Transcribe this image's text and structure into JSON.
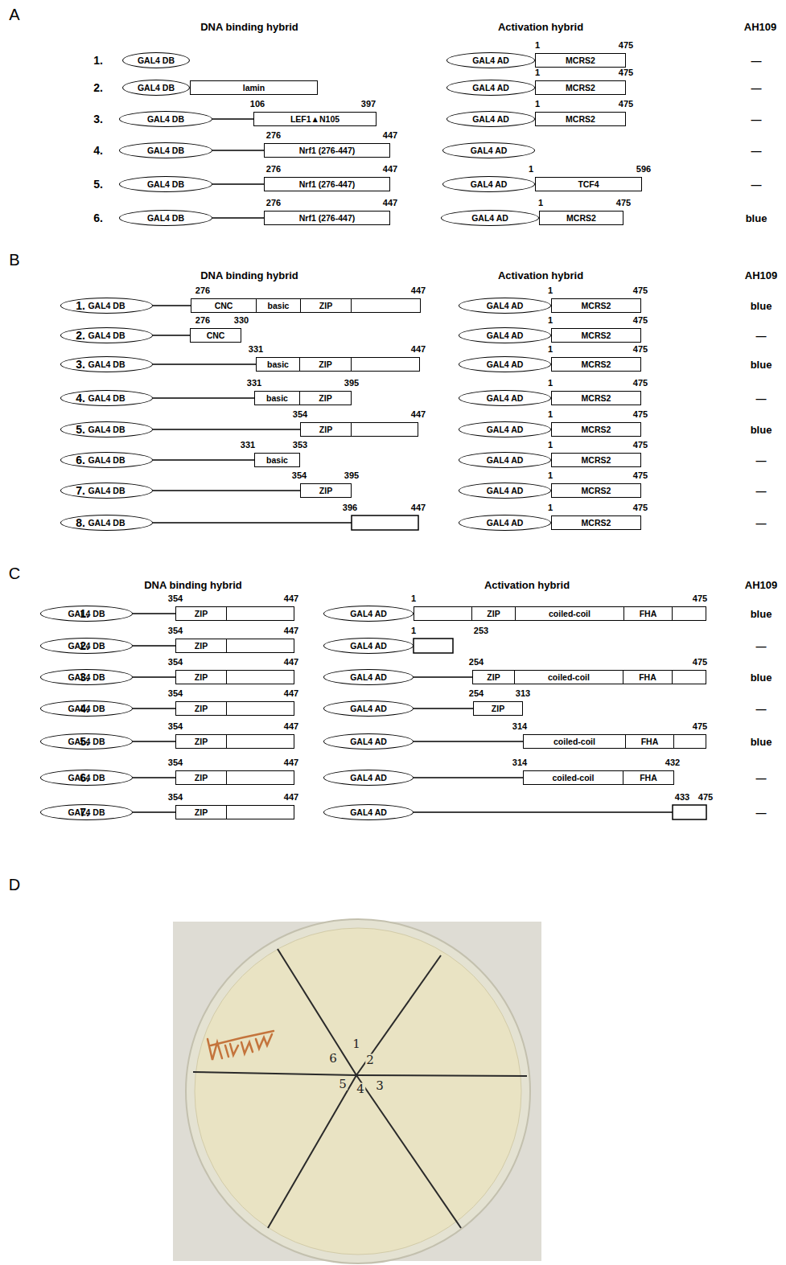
{
  "diagram": {
    "nodes": [
      {
        "text": [
          "GAL4 DB"
        ]
      },
      {
        "text": [
          "GAL4 AD"
        ]
      },
      {
        "text": [
          "MCRS2"
        ]
      },
      {
        "text": [
          "GAL4 DB"
        ]
      },
      {
        "text": [
          "lamin"
        ]
      },
      {
        "text": [
          "GAL4 AD"
        ]
      },
      {
        "text": [
          "MCRS2"
        ]
      },
      {
        "text": [
          "GAL4 DB"
        ]
      },
      {
        "text": [
          "LEF1▲N105"
        ]
      },
      {
        "text": [
          "GAL4 AD"
        ]
      },
      {
        "text": [
          "MCRS2"
        ]
      },
      {
        "text": [
          "GAL4 DB"
        ]
      },
      {
        "text": [
          "Nrf1 (276-447)"
        ]
      },
      {
        "text": [
          "GAL4 AD"
        ]
      },
      {
        "text": [
          "GAL4 DB"
        ]
      },
      {
        "text": [
          "Nrf1 (276-447)"
        ]
      },
      {
        "text": [
          "GAL4 AD"
        ]
      },
      {
        "text": [
          "TCF4"
        ]
      },
      {
        "text": [
          "GAL4 DB"
        ]
      },
      {
        "text": [
          "Nrf1 (276-447)"
        ]
      },
      {
        "text": [
          "GAL4 AD"
        ]
      },
      {
        "text": [
          "MCRS2"
        ]
      },
      {
        "text": [
          "GAL4 DB"
        ]
      },
      {
        "text": [
          "CNC",
          "basic",
          "ZIP"
        ]
      },
      {
        "text": [
          "GAL4 AD"
        ]
      },
      {
        "text": [
          "MCRS2"
        ]
      },
      {
        "text": [
          "GAL4 DB"
        ]
      },
      {
        "text": [
          "CNC"
        ]
      },
      {
        "text": [
          "GAL4 AD"
        ]
      },
      {
        "text": [
          "MCRS2"
        ]
      },
      {
        "text": [
          "GAL4 DB"
        ]
      },
      {
        "text": [
          "basic",
          "ZIP"
        ]
      },
      {
        "text": [
          "GAL4 AD"
        ]
      },
      {
        "text": [
          "MCRS2"
        ]
      },
      {
        "text": [
          "GAL4 DB"
        ]
      },
      {
        "text": [
          "basic",
          "ZIP"
        ]
      },
      {
        "text": [
          "GAL4 AD"
        ]
      },
      {
        "text": [
          "MCRS2"
        ]
      },
      {
        "text": [
          "GAL4 DB"
        ]
      },
      {
        "text": [
          "ZIP"
        ]
      },
      {
        "text": [
          "GAL4 AD"
        ]
      },
      {
        "text": [
          "MCRS2"
        ]
      },
      {
        "text": [
          "GAL4 DB"
        ]
      },
      {
        "text": [
          "basic"
        ]
      },
      {
        "text": [
          "GAL4 AD"
        ]
      },
      {
        "text": [
          "MCRS2"
        ]
      },
      {
        "text": [
          "GAL4 DB"
        ]
      },
      {
        "text": [
          "ZIP"
        ]
      },
      {
        "text": [
          "GAL4 AD"
        ]
      },
      {
        "text": [
          "MCRS2"
        ]
      },
      {
        "text": [
          "GAL4 DB"
        ]
      },
      {
        "text": [
          "GAL4 AD"
        ]
      },
      {
        "text": [
          "MCRS2"
        ]
      },
      {
        "text": [
          "GAL4 DB"
        ]
      },
      {
        "text": [
          "ZIP"
        ]
      },
      {
        "text": [
          "GAL4 AD"
        ]
      },
      {
        "text": [
          "ZIP",
          "coiled-coil",
          "FHA"
        ]
      },
      {
        "text": [
          "GAL4 DB"
        ]
      },
      {
        "text": [
          "ZIP"
        ]
      },
      {
        "text": [
          "GAL4 AD"
        ]
      },
      {
        "text": [
          "GAL4 DB"
        ]
      },
      {
        "text": [
          "ZIP"
        ]
      },
      {
        "text": [
          "GAL4 AD"
        ]
      },
      {
        "text": [
          "ZIP",
          "coiled-coil",
          "FHA"
        ]
      },
      {
        "text": [
          "GAL4 DB"
        ]
      },
      {
        "text": [
          "ZIP"
        ]
      },
      {
        "text": [
          "GAL4 AD"
        ]
      },
      {
        "text": [
          "ZIP"
        ]
      },
      {
        "text": [
          "GAL4 DB"
        ]
      },
      {
        "text": [
          "ZIP"
        ]
      },
      {
        "text": [
          "GAL4 AD"
        ]
      },
      {
        "text": [
          "coiled-coil",
          "FHA"
        ]
      },
      {
        "text": [
          "GAL4 DB"
        ]
      },
      {
        "text": [
          "ZIP"
        ]
      },
      {
        "text": [
          "GAL4 AD"
        ]
      },
      {
        "text": [
          "coiled-coil",
          "FHA"
        ]
      },
      {
        "text": [
          "GAL4 DB"
        ]
      },
      {
        "text": [
          "ZIP"
        ]
      },
      {
        "text": [
          "GAL4 AD"
        ]
      }
    ],
    "edges": [
      {
        "from": 7,
        "to": 8,
        "arrow": "none"
      },
      {
        "from": 11,
        "to": 12,
        "arrow": "none"
      },
      {
        "from": 14,
        "to": 15,
        "arrow": "none"
      },
      {
        "from": 18,
        "to": 19,
        "arrow": "none"
      },
      {
        "from": 22,
        "to": 23,
        "arrow": "none"
      },
      {
        "from": 26,
        "to": 27,
        "arrow": "none"
      },
      {
        "from": 30,
        "to": 31,
        "arrow": "none"
      },
      {
        "from": 34,
        "to": 35,
        "arrow": "none"
      },
      {
        "from": 38,
        "to": 39,
        "arrow": "none"
      },
      {
        "from": 42,
        "to": 43,
        "arrow": "none"
      },
      {
        "from": 46,
        "to": 47,
        "arrow": "none"
      },
      {
        "from": 53,
        "to": 54,
        "arrow": "none"
      },
      {
        "from": 57,
        "to": 58,
        "arrow": "none"
      },
      {
        "from": 60,
        "to": 61,
        "arrow": "none"
      },
      {
        "from": 64,
        "to": 65,
        "arrow": "none"
      },
      {
        "from": 68,
        "to": 69,
        "arrow": "none"
      },
      {
        "from": 72,
        "to": 73,
        "arrow": "none"
      },
      {
        "from": 76,
        "to": 77,
        "arrow": "none"
      },
      {
        "from": 62,
        "to": 63,
        "arrow": "none"
      },
      {
        "from": 66,
        "to": 67,
        "arrow": "none"
      },
      {
        "from": 70,
        "to": 71,
        "arrow": "none"
      },
      {
        "from": 74,
        "to": 75,
        "arrow": "none"
      }
    ],
    "labels": [
      "A",
      "DNA binding hybrid",
      "Activation hybrid",
      "AH109",
      "1.",
      "1",
      "475",
      "—",
      "2.",
      "1",
      "475",
      "—",
      "3.",
      "106",
      "397",
      "1",
      "475",
      "—",
      "4.",
      "276",
      "447",
      "—",
      "5.",
      "276",
      "447",
      "1",
      "596",
      "—",
      "6.",
      "276",
      "447",
      "1",
      "475",
      "blue",
      "B",
      "DNA binding hybrid",
      "Activation hybrid",
      "AH109",
      "1.",
      "276",
      "447",
      "1",
      "475",
      "blue",
      "2.",
      "276",
      "330",
      "1",
      "475",
      "—",
      "3.",
      "331",
      "447",
      "1",
      "475",
      "blue",
      "4.",
      "331",
      "395",
      "1",
      "475",
      "—",
      "5.",
      "354",
      "447",
      "1",
      "475",
      "blue",
      "6.",
      "331",
      "353",
      "1",
      "475",
      "—",
      "7.",
      "354",
      "395",
      "1",
      "475",
      "—",
      "8.",
      "396",
      "447",
      "1",
      "475",
      "—",
      "C",
      "DNA binding hybrid",
      "Activation hybrid",
      "AH109",
      "1.",
      "354",
      "447",
      "1",
      "475",
      "blue",
      "2.",
      "354",
      "447",
      "1",
      "253",
      "—",
      "3.",
      "354",
      "447",
      "254",
      "475",
      "blue",
      "4.",
      "354",
      "447",
      "254",
      "313",
      "—",
      "5.",
      "354",
      "447",
      "314",
      "475",
      "blue",
      "6.",
      "354",
      "447",
      "314",
      "432",
      "—",
      "7.",
      "354",
      "447",
      "433",
      "475",
      "—",
      "D",
      "1",
      "2",
      "3",
      "4",
      "5",
      "6"
    ]
  }
}
